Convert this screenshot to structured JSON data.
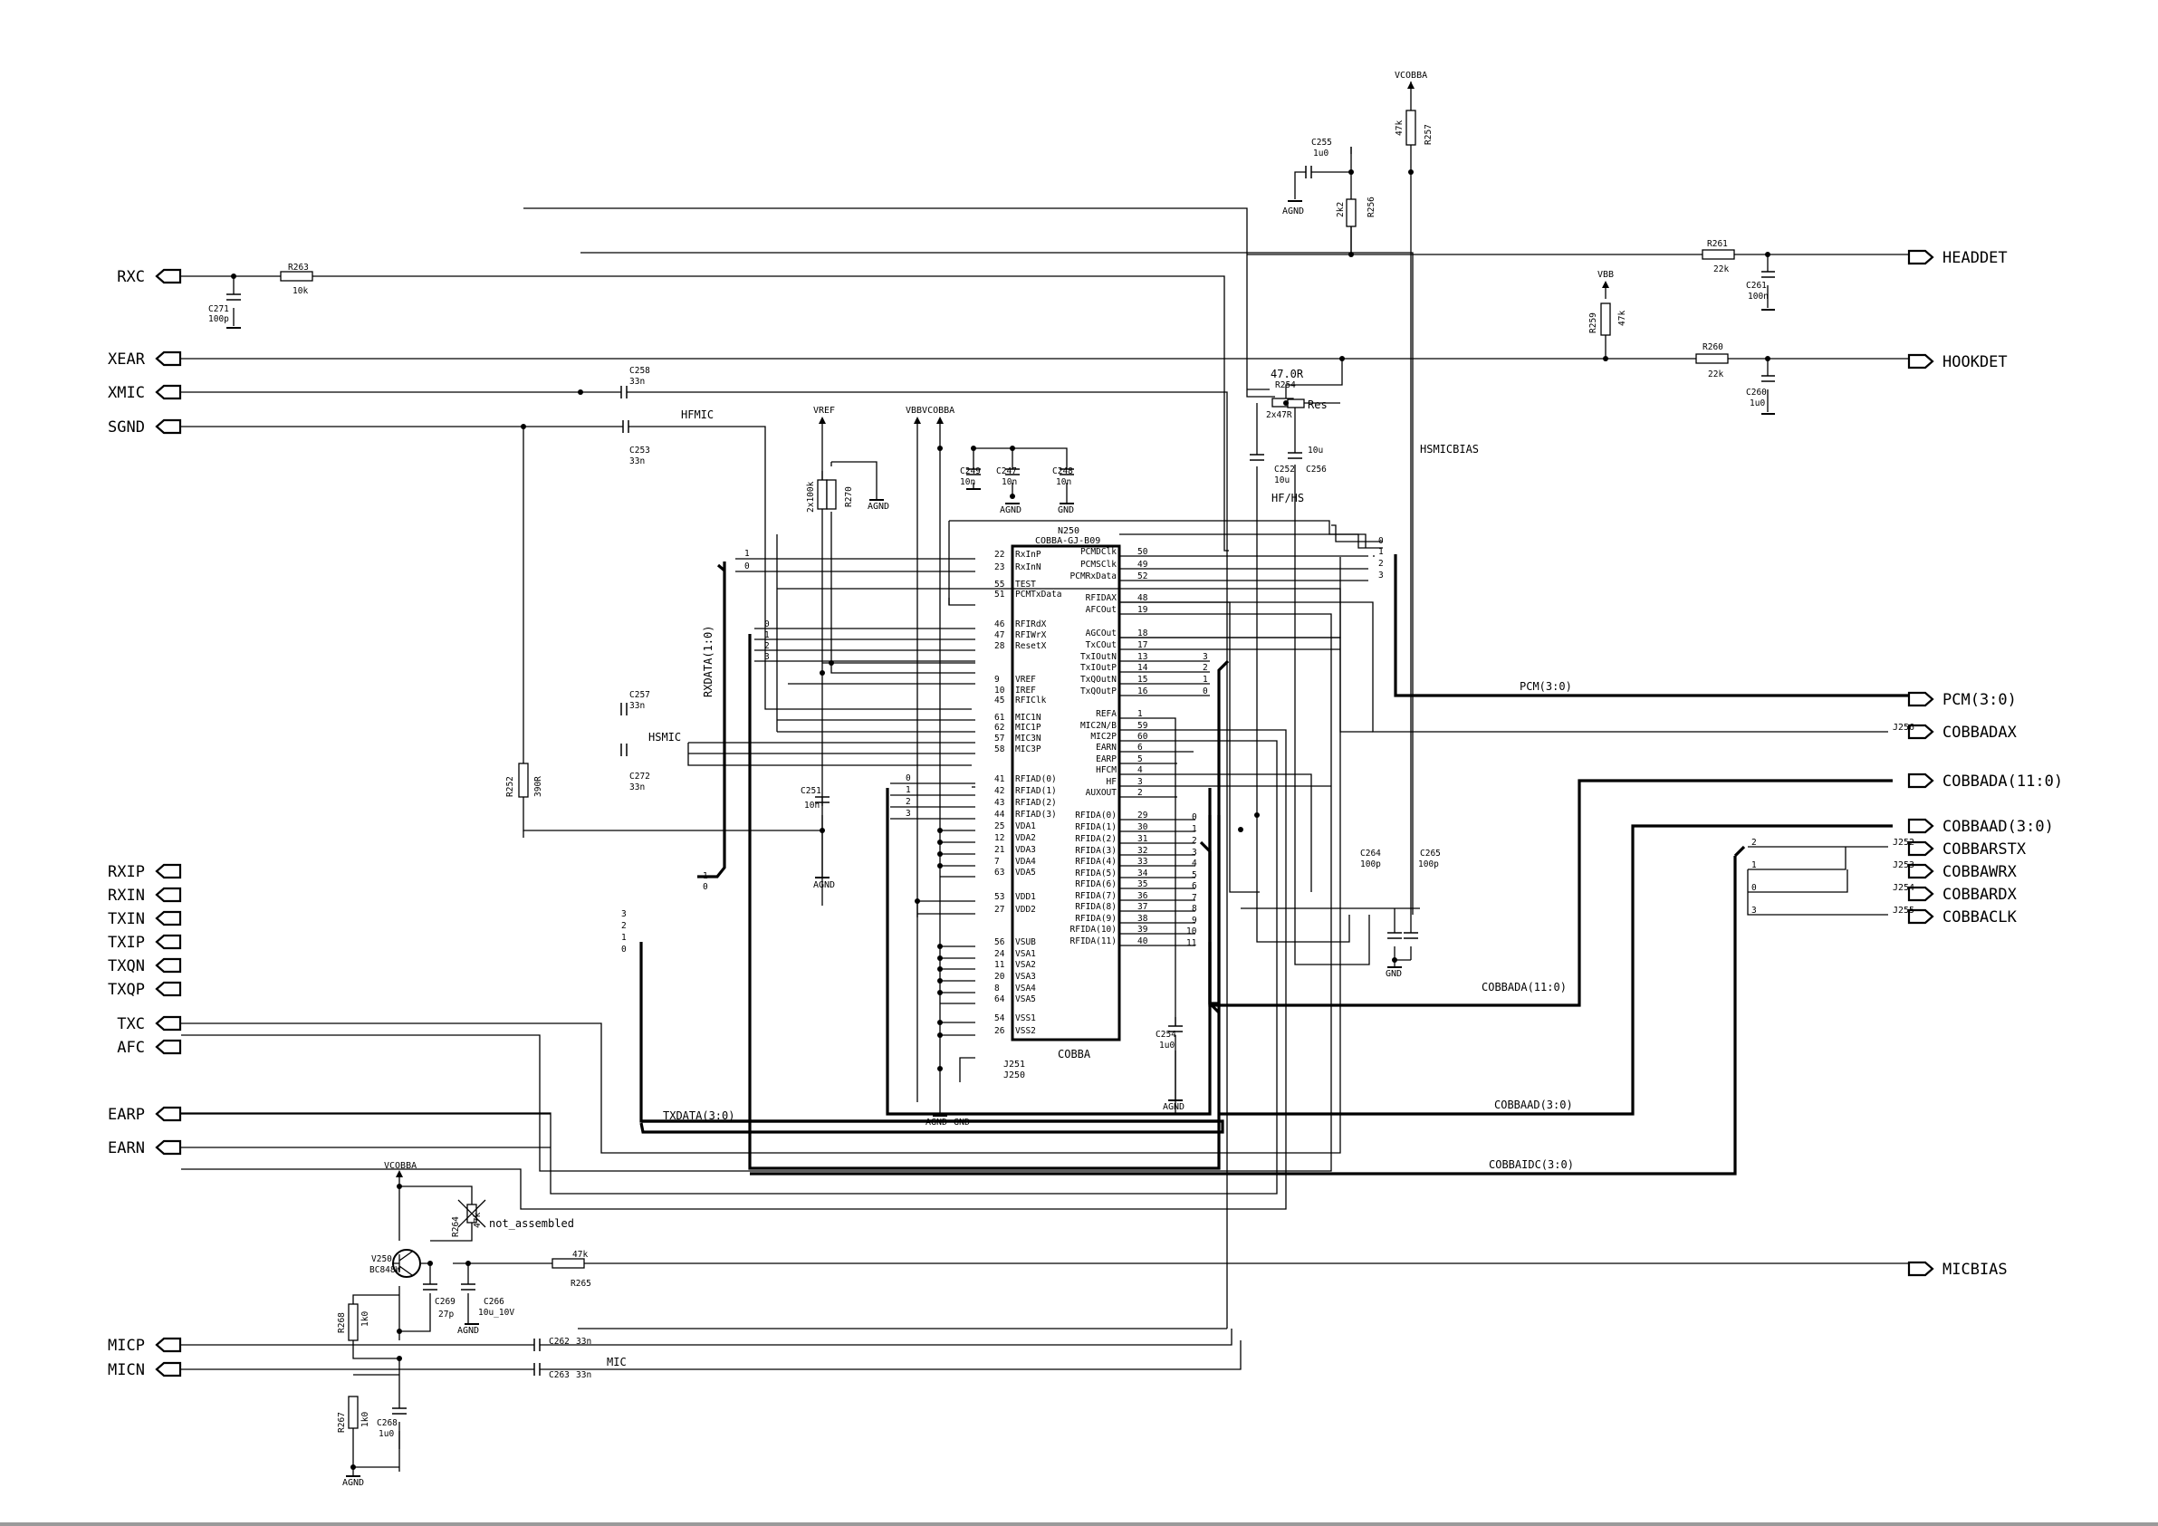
{
  "chip": {
    "ref": "N250",
    "part": "COBBA-GJ-B09",
    "name": "COBBA",
    "left_pins": [
      {
        "num": "22",
        "name": "RxInP"
      },
      {
        "num": "23",
        "name": "RxInN"
      },
      {
        "num": "55",
        "name": "TEST"
      },
      {
        "num": "51",
        "name": "PCMTxData"
      },
      {
        "num": "46",
        "name": "RFIRdX"
      },
      {
        "num": "47",
        "name": "RFIWrX"
      },
      {
        "num": "28",
        "name": "ResetX"
      },
      {
        "num": "9",
        "name": "VREF"
      },
      {
        "num": "10",
        "name": "IREF"
      },
      {
        "num": "45",
        "name": "RFIClk"
      },
      {
        "num": "61",
        "name": "MIC1N"
      },
      {
        "num": "62",
        "name": "MIC1P"
      },
      {
        "num": "57",
        "name": "MIC3N"
      },
      {
        "num": "58",
        "name": "MIC3P"
      },
      {
        "num": "41",
        "name": "RFIAD(0)"
      },
      {
        "num": "42",
        "name": "RFIAD(1)"
      },
      {
        "num": "43",
        "name": "RFIAD(2)"
      },
      {
        "num": "44",
        "name": "RFIAD(3)"
      },
      {
        "num": "25",
        "name": "VDA1"
      },
      {
        "num": "12",
        "name": "VDA2"
      },
      {
        "num": "21",
        "name": "VDA3"
      },
      {
        "num": "7",
        "name": "VDA4"
      },
      {
        "num": "63",
        "name": "VDA5"
      },
      {
        "num": "53",
        "name": "VDD1"
      },
      {
        "num": "27",
        "name": "VDD2"
      },
      {
        "num": "56",
        "name": "VSUB"
      },
      {
        "num": "24",
        "name": "VSA1"
      },
      {
        "num": "11",
        "name": "VSA2"
      },
      {
        "num": "20",
        "name": "VSA3"
      },
      {
        "num": "8",
        "name": "VSA4"
      },
      {
        "num": "64",
        "name": "VSA5"
      },
      {
        "num": "54",
        "name": "VSS1"
      },
      {
        "num": "26",
        "name": "VSS2"
      }
    ],
    "right_pins": [
      {
        "num": "50",
        "name": "PCMDClk"
      },
      {
        "num": "49",
        "name": "PCMSClk"
      },
      {
        "num": "52",
        "name": "PCMRxData"
      },
      {
        "num": "48",
        "name": "RFIDAX"
      },
      {
        "num": "19",
        "name": "AFCOut"
      },
      {
        "num": "18",
        "name": "AGCOut"
      },
      {
        "num": "17",
        "name": "TxCOut"
      },
      {
        "num": "13",
        "name": "TxIOutN"
      },
      {
        "num": "14",
        "name": "TxIOutP"
      },
      {
        "num": "15",
        "name": "TxQOutN"
      },
      {
        "num": "16",
        "name": "TxQOutP"
      },
      {
        "num": "1",
        "name": "REFA"
      },
      {
        "num": "59",
        "name": "MIC2N/B"
      },
      {
        "num": "60",
        "name": "MIC2P"
      },
      {
        "num": "6",
        "name": "EARN"
      },
      {
        "num": "5",
        "name": "EARP"
      },
      {
        "num": "4",
        "name": "HFCM"
      },
      {
        "num": "3",
        "name": "HF"
      },
      {
        "num": "2",
        "name": "AUXOUT"
      },
      {
        "num": "29",
        "name": "RFIDA(0)"
      },
      {
        "num": "30",
        "name": "RFIDA(1)"
      },
      {
        "num": "31",
        "name": "RFIDA(2)"
      },
      {
        "num": "32",
        "name": "RFIDA(3)"
      },
      {
        "num": "33",
        "name": "RFIDA(4)"
      },
      {
        "num": "34",
        "name": "RFIDA(5)"
      },
      {
        "num": "35",
        "name": "RFIDA(6)"
      },
      {
        "num": "36",
        "name": "RFIDA(7)"
      },
      {
        "num": "37",
        "name": "RFIDA(8)"
      },
      {
        "num": "38",
        "name": "RFIDA(9)"
      },
      {
        "num": "39",
        "name": "RFIDA(10)"
      },
      {
        "num": "40",
        "name": "RFIDA(11)"
      }
    ]
  },
  "left_ports": [
    "RXC",
    "XEAR",
    "XMIC",
    "SGND",
    "RXIP",
    "RXIN",
    "TXIN",
    "TXIP",
    "TXQN",
    "TXQP",
    "TXC",
    "AFC",
    "EARP",
    "EARN",
    "MICP",
    "MICN"
  ],
  "right_ports": [
    "HEADDET",
    "HOOKDET",
    "PCM(3:0)",
    "COBBADAX",
    "COBBADA(11:0)",
    "COBBAAD(3:0)",
    "COBBARSTX",
    "COBBAWRX",
    "COBBARDX",
    "COBBACLK",
    "MICBIAS"
  ],
  "components": [
    {
      "ref": "R263",
      "value": "10k"
    },
    {
      "ref": "C271",
      "value": "100p"
    },
    {
      "ref": "C258",
      "value": "33n"
    },
    {
      "ref": "C253",
      "value": "33n"
    },
    {
      "ref": "C257",
      "value": "33n"
    },
    {
      "ref": "C272",
      "value": "33n"
    },
    {
      "ref": "R252",
      "value": "390R"
    },
    {
      "ref": "R270",
      "value": "2x100k"
    },
    {
      "ref": "C251",
      "value": "10n"
    },
    {
      "ref": "C249",
      "value": "10n"
    },
    {
      "ref": "C247",
      "value": "10n"
    },
    {
      "ref": "C248",
      "value": "10n"
    },
    {
      "ref": "C255",
      "value": "1u0"
    },
    {
      "ref": "R256",
      "value": "2k2"
    },
    {
      "ref": "R257",
      "value": "47k"
    },
    {
      "ref": "R261",
      "value": "22k"
    },
    {
      "ref": "C261",
      "value": "100n"
    },
    {
      "ref": "R259",
      "value": "47k"
    },
    {
      "ref": "R260",
      "value": "22k"
    },
    {
      "ref": "C260",
      "value": "1u0"
    },
    {
      "ref": "R254",
      "value": "47.0R"
    },
    {
      "ref": "R254b",
      "value": "2x47R"
    },
    {
      "ref": "C252",
      "value": "10u"
    },
    {
      "ref": "C256",
      "value": "10u"
    },
    {
      "ref": "C264",
      "value": "100p"
    },
    {
      "ref": "C265",
      "value": "100p"
    },
    {
      "ref": "C254",
      "value": "1u0"
    },
    {
      "ref": "V250",
      "value": "BC848W"
    },
    {
      "ref": "R264",
      "value": "47k"
    },
    {
      "ref": "R265",
      "value": "47k"
    },
    {
      "ref": "C269",
      "value": "27p"
    },
    {
      "ref": "C266",
      "value": "10u_10V"
    },
    {
      "ref": "R268",
      "value": "1k0"
    },
    {
      "ref": "R267",
      "value": "1k0"
    },
    {
      "ref": "C268",
      "value": "1u0"
    },
    {
      "ref": "C262",
      "value": "33n"
    },
    {
      "ref": "C263",
      "value": "33n"
    }
  ],
  "labels": {
    "vcobba": "VCOBBA",
    "vbb": "VBB",
    "vref": "VREF",
    "vbbvcobba": "VBBVCOBBA",
    "agnd": "AGND",
    "gnd": "GND",
    "hfmic": "HFMIC",
    "hsmic": "HSMIC",
    "hsmicbias": "HSMICBIAS",
    "hfhs": "HF/HS",
    "res": "Res",
    "rxdata": "RXDATA(1:0)",
    "txdata": "TXDATA(3:0)",
    "pcm": "PCM(3:0)",
    "cobbada": "COBBADA(11:0)",
    "cobbaad": "COBBAAD(3:0)",
    "cobbaidc": "COBBAIDC(3:0)",
    "mic": "MIC",
    "not_assembled": "not_assembled",
    "cobba": "COBBA",
    "j256": "J256",
    "j252": "J252",
    "j253": "J253",
    "j254": "J254",
    "j255": "J255",
    "j251": "J251",
    "j250": "J250"
  }
}
